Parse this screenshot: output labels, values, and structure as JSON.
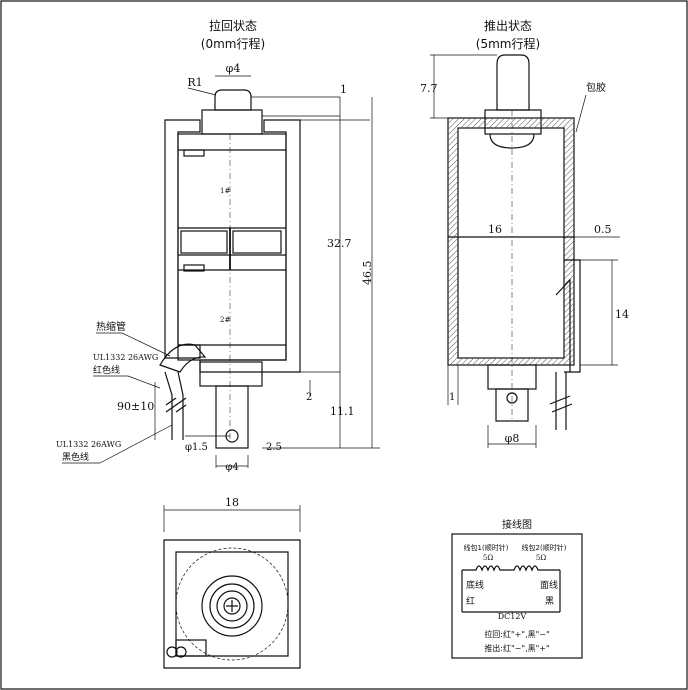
{
  "left_view": {
    "title": "拉回状态",
    "subtitle": "(0mm行程)",
    "dims": {
      "top_dia": "φ4",
      "radius": "R1",
      "gap_top": "1",
      "total_h": "46.5",
      "body_h": "32.7",
      "shaft_len": "11.1",
      "step": "2",
      "hole_dia": "φ1.5",
      "hole_pos": "2.5",
      "bottom_dia": "φ4",
      "wire_len": "90±10",
      "coil1": "1#",
      "coil2": "2#"
    },
    "labels": {
      "heat_shrink": "热缩管",
      "wire_spec_1": "UL1332 26AWG",
      "wire_red": "红色线",
      "wire_spec_2": "UL1332 26AWG",
      "wire_black": "黑色线"
    }
  },
  "right_view": {
    "title": "推出状态",
    "subtitle": "(5mm行程)",
    "dims": {
      "stroke_h": "7.7",
      "width": "16",
      "wall": "0.5",
      "side_h": "14",
      "gap": "1",
      "shaft_dia": "φ8"
    },
    "labels": {
      "glue": "包胶"
    }
  },
  "bottom_view": {
    "width": "18"
  },
  "wiring": {
    "title": "接线图",
    "coil1": "线包1(顺时针)",
    "coil2": "线包2(顺时针)",
    "r1": "5Ω",
    "r2": "5Ω",
    "bottom_wire": "底线",
    "face_wire": "面线",
    "red": "红",
    "black": "黑",
    "voltage": "DC12V",
    "pull": "拉回:红\"+\",黑\"−\"",
    "push": "推出:红\"−\",黑\"+\""
  }
}
